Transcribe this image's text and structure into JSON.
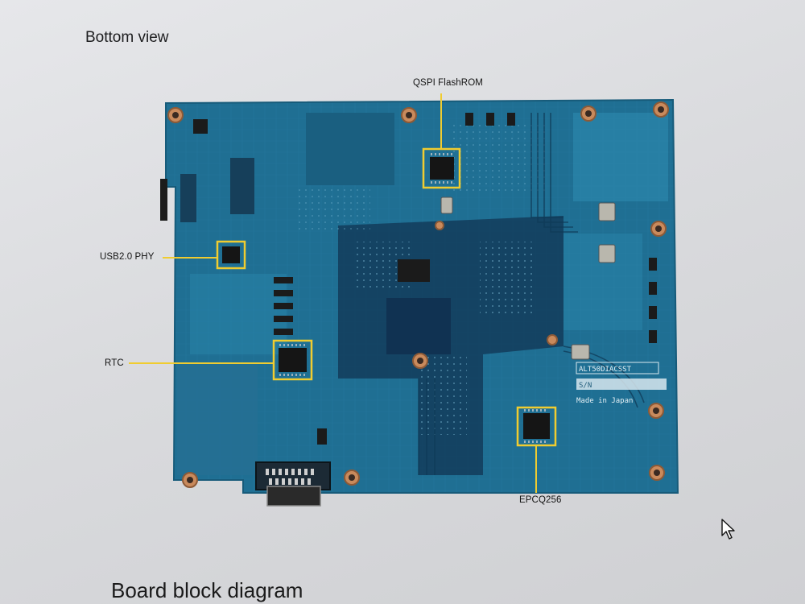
{
  "page": {
    "title": "Bottom view",
    "next_section_heading": "Board block diagram"
  },
  "board": {
    "silkscreen_part_number": "ALT50DIACSST",
    "silkscreen_serial": "S/N",
    "silkscreen_origin": "Made in Japan",
    "colors": {
      "pcb": "#1f6f93",
      "pcb_dark": "#123e5c",
      "highlight": "#f0cc30"
    }
  },
  "callouts": [
    {
      "id": "qspi",
      "label": "QSPI FlashROM"
    },
    {
      "id": "usb",
      "label": "USB2.0 PHY"
    },
    {
      "id": "rtc",
      "label": "RTC"
    },
    {
      "id": "epcq",
      "label": "EPCQ256"
    }
  ],
  "cursor": {
    "icon": "mouse-pointer-icon"
  }
}
